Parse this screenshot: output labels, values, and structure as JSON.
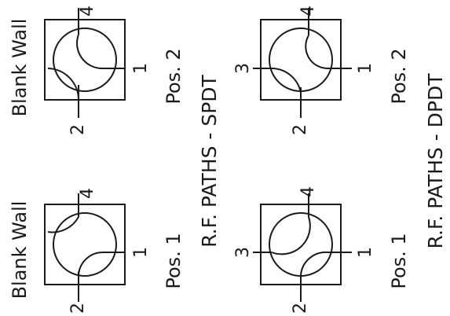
{
  "diagram": {
    "switches": [
      {
        "id": "spdt-pos2",
        "wall_label": "Blank Wall",
        "position_label": "Pos. 2",
        "ports": {
          "top": "4",
          "right": "1",
          "bottom": "2"
        },
        "connections": [
          "4-1",
          "3-2"
        ]
      },
      {
        "id": "spdt-pos1",
        "wall_label": "Blank Wall",
        "position_label": "Pos. 1",
        "ports": {
          "top": "4",
          "right": "1",
          "bottom": "2"
        },
        "connections": [
          "4-3",
          "1-2"
        ]
      },
      {
        "id": "dpdt-pos2",
        "position_label": "Pos. 2",
        "ports": {
          "top": "4",
          "right": "1",
          "bottom": "2",
          "left": "3"
        },
        "connections": [
          "4-1",
          "3-2"
        ]
      },
      {
        "id": "dpdt-pos1",
        "position_label": "Pos. 1",
        "ports": {
          "top": "4",
          "right": "1",
          "bottom": "2",
          "left": "3"
        },
        "connections": [
          "4-3",
          "1-2"
        ]
      }
    ],
    "captions": {
      "spdt": "R.F. PATHS - SPDT",
      "dpdt": "R.F. PATHS - DPDT"
    }
  }
}
